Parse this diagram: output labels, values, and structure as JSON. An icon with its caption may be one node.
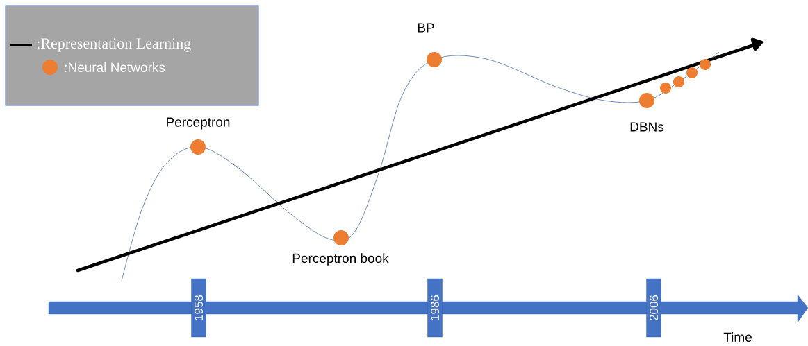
{
  "diagram": {
    "nodes": [
      {
        "text": [],
        "shape": "circle",
        "beside": [
          "Perceptron"
        ]
      },
      {
        "text": [],
        "shape": "circle",
        "beside": [
          "Perceptron book"
        ]
      },
      {
        "text": [],
        "shape": "circle",
        "beside": [
          "BP"
        ]
      },
      {
        "text": [],
        "shape": "circle",
        "beside": [
          "DBNs"
        ]
      },
      {
        "text": [],
        "shape": "circle"
      },
      {
        "text": [],
        "shape": "circle"
      },
      {
        "text": [],
        "shape": "circle"
      },
      {
        "text": [],
        "shape": "circle"
      },
      {
        "text": [
          "1958"
        ]
      },
      {
        "text": [
          "1986"
        ]
      },
      {
        "text": [
          "2006"
        ]
      }
    ],
    "labels": [
      "Time"
    ],
    "legend": [
      {
        "text": ":Representation Learning"
      },
      {
        "text": ":Neural Networks",
        "color": "#ed7d31"
      }
    ]
  }
}
